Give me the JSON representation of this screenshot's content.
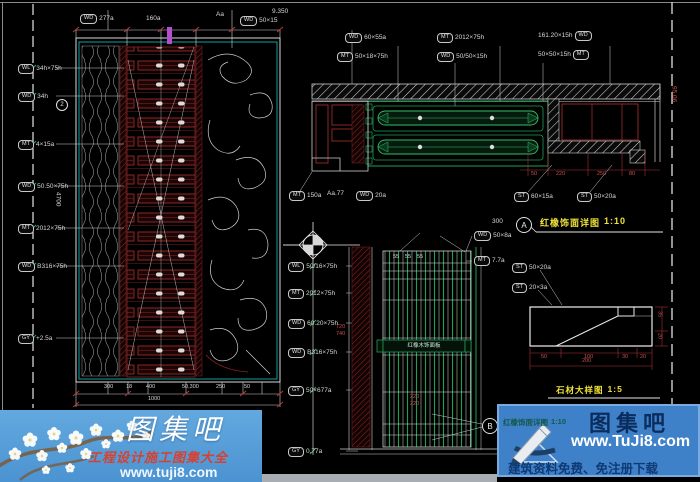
{
  "colors": {
    "background": "#000000",
    "line": "#d9d9d9",
    "dim_red": "#b04040",
    "wood_red": "#7e2222",
    "green": "#1da052",
    "teal": "#0fa0a0",
    "title_yellow": "#efe23a",
    "magenta": "#b44fd0",
    "watermark_left_blue": "#55a0d8",
    "watermark_right_blue": "#3f81c9",
    "navy": "#0b2d5e"
  },
  "left": {
    "top_callouts": [
      {
        "tag": "WD",
        "text": "277a"
      },
      {
        "tag": "",
        "text": "160a"
      },
      {
        "tag": "",
        "text": "Aa"
      },
      {
        "tag": "WD",
        "text": "50×15"
      },
      {
        "tag": "",
        "text": "9.350"
      }
    ],
    "side_callouts": [
      {
        "tag": "WL",
        "text": "34h×75h"
      },
      {
        "tag": "WD",
        "text": "34h"
      },
      {
        "tag": "MT",
        "text": "4×15a"
      },
      {
        "tag": "WD",
        "text": "50.50×75h"
      },
      {
        "tag": "MT",
        "text": "2012×75h"
      },
      {
        "tag": "WD",
        "text": "B316×75h"
      },
      {
        "tag": "GY",
        "text": "+2.5a"
      }
    ],
    "circle_mark": "2",
    "vertical_dim": "4700",
    "bottom_dims": [
      "300",
      "18",
      "400",
      "50,300",
      "250",
      "50"
    ],
    "bottom_total": "1000"
  },
  "plan": {
    "callouts": [
      {
        "tag": "WD",
        "text": "60×55a"
      },
      {
        "tag": "MT",
        "text": "50×18×75h"
      },
      {
        "tag": "MT",
        "text": "2012×75h"
      },
      {
        "tag": "WD",
        "text": "50/50×15h"
      },
      {
        "tag": "WD",
        "text": "161.20×15h"
      },
      {
        "tag": "MT",
        "text": "50×50×15h"
      }
    ],
    "mid_callouts": [
      {
        "tag": "MT",
        "text": "150a"
      },
      {
        "tag": "",
        "text": "Aa.77"
      },
      {
        "tag": "WD",
        "text": "20a"
      }
    ],
    "side_callouts": [
      {
        "tag": "ST",
        "text": "60×15a"
      },
      {
        "tag": "ST",
        "text": "50×20a"
      }
    ],
    "bottom_dims": [
      "50",
      "220",
      "250",
      "80"
    ],
    "right_dim": "95.06",
    "title": {
      "mark": "A",
      "prefix": "300",
      "text": "红橡饰面详图",
      "scale": "1:10"
    }
  },
  "section": {
    "callouts": [
      {
        "tag": "WL",
        "text": "50/16×75h"
      },
      {
        "tag": "MT",
        "text": "2012×75h"
      },
      {
        "tag": "WD",
        "text": "60.20×75h"
      },
      {
        "tag": "WD",
        "text": "B316×75h"
      },
      {
        "tag": "GY",
        "text": "50×677a"
      },
      {
        "tag": "GY",
        "text": "0.77a"
      }
    ],
    "right_callouts": [
      {
        "tag": "WD",
        "text": "50×8a"
      },
      {
        "tag": "MT",
        "text": "7.7a"
      }
    ],
    "top_dims": [
      "55",
      "55",
      "55"
    ],
    "red_dims": [
      "720",
      "740"
    ],
    "red_dims2": [
      "220",
      "220"
    ],
    "label_box": "红橡木饰面板",
    "title": {
      "mark": "B",
      "text": "红橡饰面详图",
      "scale": "1:10"
    }
  },
  "stone": {
    "callouts": [
      {
        "tag": "ST",
        "text": "50×20a"
      },
      {
        "tag": "ST",
        "text": "20×3a"
      }
    ],
    "bottom_dims": [
      "50",
      "100",
      "30",
      "20"
    ],
    "bottom_total": "200",
    "right_dims": [
      "35",
      "20"
    ],
    "title": {
      "text": "石材大样图",
      "scale": "1:5"
    }
  },
  "watermark_left": {
    "title": "图集吧",
    "subtitle": "工程设计施工图集大全",
    "url": "www.tuji8.com"
  },
  "watermark_right": {
    "title": "图集吧",
    "url": "www.TuJi8.com",
    "tagline": "建筑资料免费、免注册下载"
  }
}
